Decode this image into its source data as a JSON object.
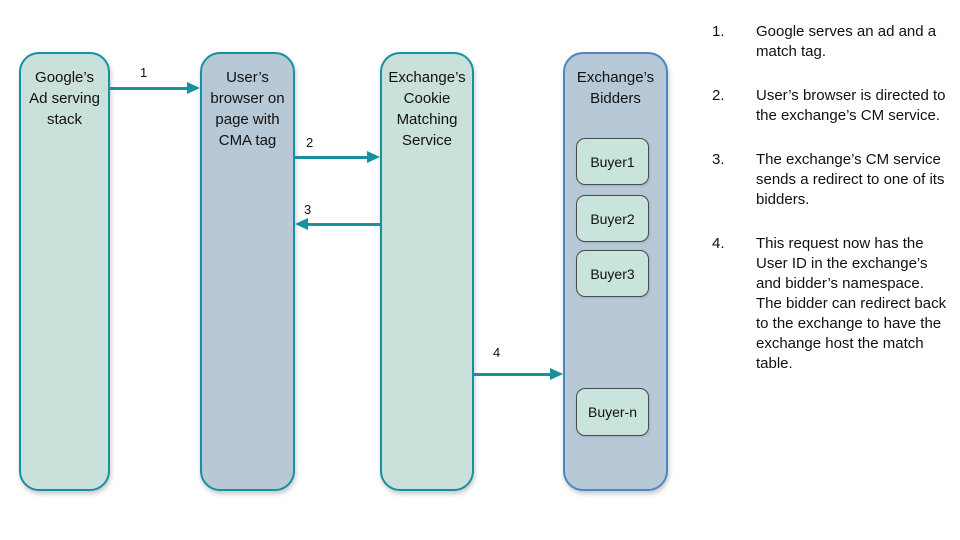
{
  "diagram": {
    "nodes": [
      {
        "id": "google-ad-stack",
        "label": "Google’s\nAd serving\nstack"
      },
      {
        "id": "user-browser",
        "label": "User’s\nbrowser on\npage with\nCMA tag"
      },
      {
        "id": "cookie-matching-service",
        "label": "Exchange’s\nCookie\nMatching\nService"
      },
      {
        "id": "exchange-bidders",
        "label": "Exchange’s\nBidders"
      }
    ],
    "buyers": [
      "Buyer1",
      "Buyer2",
      "Buyer3",
      "Buyer-n"
    ],
    "arrows": [
      {
        "label": "1",
        "direction": "right",
        "from": "google-ad-stack",
        "to": "user-browser"
      },
      {
        "label": "2",
        "direction": "right",
        "from": "user-browser",
        "to": "cookie-matching-service"
      },
      {
        "label": "3",
        "direction": "left",
        "from": "cookie-matching-service",
        "to": "user-browser"
      },
      {
        "label": "4",
        "direction": "right",
        "from": "cookie-matching-service",
        "to": "exchange-bidders"
      }
    ]
  },
  "steps": [
    {
      "num": "1.",
      "text": "Google serves an ad and a match tag."
    },
    {
      "num": "2.",
      "text": "User’s browser is directed to the exchange’s CM service."
    },
    {
      "num": "3.",
      "text": "The exchange’s CM service sends a redirect to one of its bidders."
    },
    {
      "num": "4.",
      "text": "This request now has the User ID in the exchange’s and bidder’s namespace. The bidder can redirect back to the exchange to have the exchange host the match table."
    }
  ],
  "colors": {
    "teal_accent": "#1790a0",
    "green_fill": "#c9e1da",
    "blue_fill": "#b7c8d7",
    "blue_border": "#4e86c3",
    "buyer_fill": "#c9e3dd",
    "buyer_border": "#4a4a4a",
    "text": "#111111",
    "background": "#ffffff"
  }
}
